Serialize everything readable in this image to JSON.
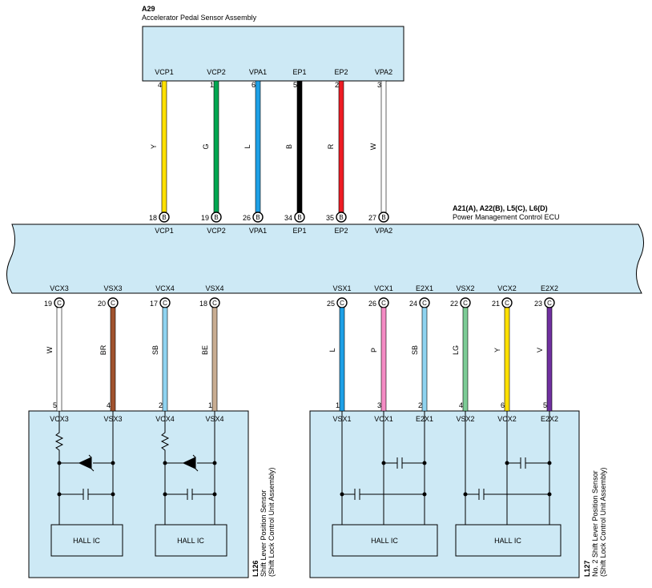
{
  "assemblies": {
    "a29": {
      "code": "A29",
      "name": "Accelerator Pedal Sensor Assembly"
    },
    "ecu": {
      "code": "A21(A), A22(B), L5(C), L6(D)",
      "name": "Power Management Control ECU"
    },
    "l126": {
      "code": "L126",
      "name_line1": "Shift Lever Position Sensor",
      "name_line2": "(Shift Lock Control Unit Assembly)"
    },
    "l127": {
      "code": "L127",
      "name_line1": "No. 2 Shift Lever Position Sensor",
      "name_line2": "(Shift Lock Control Unit Assembly)"
    }
  },
  "hall_ic_label": "HALL IC",
  "top_wires": [
    {
      "name": "VCP1",
      "sensor_pin": "4",
      "color_code": "Y",
      "ecu_pin": "18",
      "conn": "B",
      "color": "#ffe000"
    },
    {
      "name": "VCP2",
      "sensor_pin": "1",
      "color_code": "G",
      "ecu_pin": "19",
      "conn": "B",
      "color": "#00a651"
    },
    {
      "name": "VPA1",
      "sensor_pin": "6",
      "color_code": "L",
      "ecu_pin": "26",
      "conn": "B",
      "color": "#1ea0e6"
    },
    {
      "name": "EP1",
      "sensor_pin": "5",
      "color_code": "B",
      "ecu_pin": "34",
      "conn": "B",
      "color": "#000000"
    },
    {
      "name": "EP2",
      "sensor_pin": "2",
      "color_code": "R",
      "ecu_pin": "35",
      "conn": "B",
      "color": "#ed1c24"
    },
    {
      "name": "VPA2",
      "sensor_pin": "3",
      "color_code": "W",
      "ecu_pin": "27",
      "conn": "B",
      "color": "#ffffff"
    }
  ],
  "bottom_wires": [
    {
      "name": "VCX3",
      "ecu_pin": "19",
      "conn": "C",
      "color_code": "W",
      "sensor_pin": "5",
      "color": "#ffffff"
    },
    {
      "name": "VSX3",
      "ecu_pin": "20",
      "conn": "C",
      "color_code": "BR",
      "sensor_pin": "4",
      "color": "#a0522d"
    },
    {
      "name": "VCX4",
      "ecu_pin": "17",
      "conn": "C",
      "color_code": "SB",
      "sensor_pin": "2",
      "color": "#8fd3f0"
    },
    {
      "name": "VSX4",
      "ecu_pin": "18",
      "conn": "C",
      "color_code": "BE",
      "sensor_pin": "1",
      "color": "#c8ad92"
    },
    {
      "name": "VSX1",
      "ecu_pin": "25",
      "conn": "C",
      "color_code": "L",
      "sensor_pin": "1",
      "color": "#1ea0e6"
    },
    {
      "name": "VCX1",
      "ecu_pin": "26",
      "conn": "C",
      "color_code": "P",
      "sensor_pin": "3",
      "color": "#f48cc4"
    },
    {
      "name": "E2X1",
      "ecu_pin": "24",
      "conn": "C",
      "color_code": "SB",
      "sensor_pin": "2",
      "color": "#8fd3f0"
    },
    {
      "name": "VSX2",
      "ecu_pin": "22",
      "conn": "C",
      "color_code": "LG",
      "sensor_pin": "4",
      "color": "#7dcc96"
    },
    {
      "name": "VCX2",
      "ecu_pin": "21",
      "conn": "C",
      "color_code": "Y",
      "sensor_pin": "6",
      "color": "#ffe000"
    },
    {
      "name": "E2X2",
      "ecu_pin": "23",
      "conn": "C",
      "color_code": "V",
      "sensor_pin": "5",
      "color": "#7030a0"
    }
  ],
  "colors": {
    "box_fill": "#cde9f5",
    "stroke": "#000000"
  }
}
